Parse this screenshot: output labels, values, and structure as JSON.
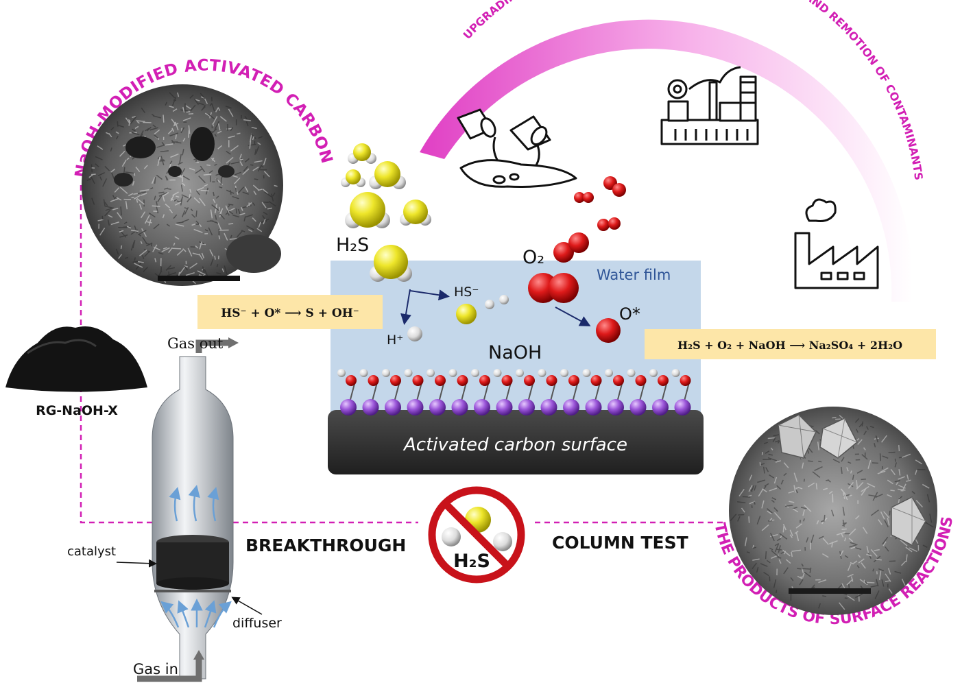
{
  "curved_titles": {
    "left": "NaOH-MODIFIED ACTIVATED CARBON",
    "top_arc": "UPGRADING AND ENRICHMENT OF INDUSTRIAL PROCESSES AND REMOTION OF CONTAMINANTS",
    "bottom_right": "THE PRODUCTS OF SURFACE REACTIONS"
  },
  "sample_label": "RG-NaOH-X",
  "reactor": {
    "gas_out": "Gas out",
    "gas_in": "Gas in",
    "catalyst": "catalyst",
    "diffuser": "diffuser"
  },
  "test": {
    "left": "BREAKTHROUGH",
    "right": "COLUMN TEST",
    "no_symbol_label": "H₂S"
  },
  "mechanism": {
    "water_film": "Water film",
    "surface": "Activated carbon surface",
    "naoh": "NaOH",
    "h2s": "H₂S",
    "o2": "O₂",
    "hs": "HS⁻",
    "h_plus": "H⁺",
    "o_star": "O*"
  },
  "equations": {
    "eq1": "HS⁻ + O* ⟶ S + OH⁻",
    "eq2": "H₂S + O₂ + NaOH ⟶ Na₂SO₄ + 2H₂O"
  },
  "colors": {
    "magenta": "#d21fb4",
    "sulfur": "#e6e01a",
    "oxygen": "#d8141a",
    "sodium": "#9a5cd6",
    "water_film": "#c4d7ea",
    "surface": "#2d2d2d",
    "equation_bg": "#fde6a8"
  }
}
